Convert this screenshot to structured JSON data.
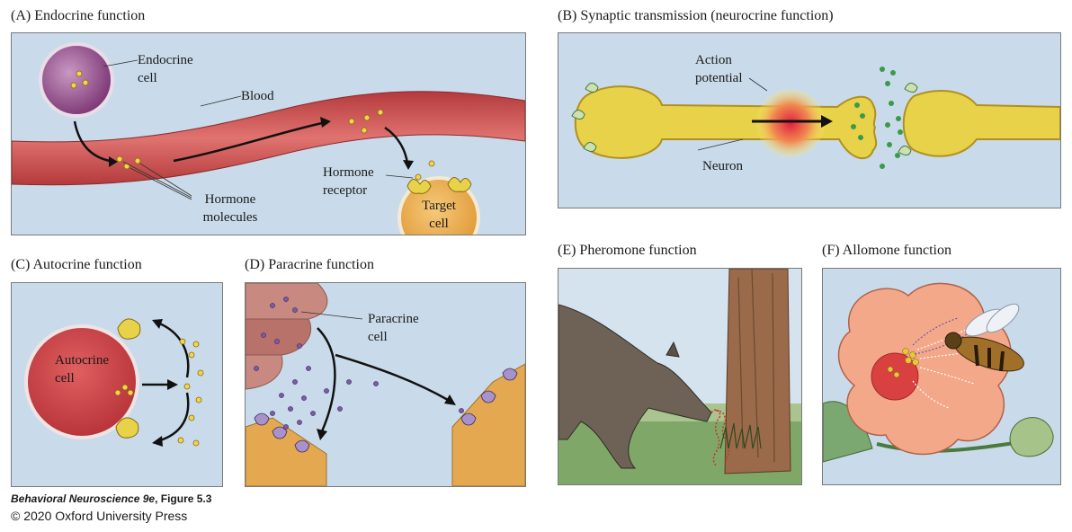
{
  "panels": {
    "a": {
      "title": "(A) Endocrine function",
      "labels": {
        "endocrine_1": "Endocrine",
        "endocrine_2": "cell",
        "blood": "Blood",
        "hormone_1": "Hormone",
        "hormone_2": "molecules",
        "receptor_1": "Hormone",
        "receptor_2": "receptor",
        "target_1": "Target",
        "target_2": "cell"
      }
    },
    "b": {
      "title": "(B) Synaptic transmission (neurocrine function)",
      "labels": {
        "action_1": "Action",
        "action_2": "potential",
        "neuron": "Neuron"
      }
    },
    "c": {
      "title": "(C) Autocrine function",
      "labels": {
        "autocrine_1": "Autocrine",
        "autocrine_2": "cell"
      }
    },
    "d": {
      "title": "(D) Paracrine function",
      "labels": {
        "paracrine_1": "Paracrine",
        "paracrine_2": "cell"
      }
    },
    "e": {
      "title": "(E) Pheromone function"
    },
    "f": {
      "title": "(F) Allomone function"
    }
  },
  "credit": {
    "book": "Behavioral Neuroscience 9e",
    "figure": ", Figure 5.3",
    "copyright": "© 2020 Oxford University Press"
  },
  "colors": {
    "panel_bg": "#c9dbea",
    "blood": "#c8484a",
    "hormone": "#f2d54a",
    "neuron": "#e8d24a",
    "paracrine_dot": "#7b5ba6",
    "green_dot": "#3a9a4a"
  }
}
